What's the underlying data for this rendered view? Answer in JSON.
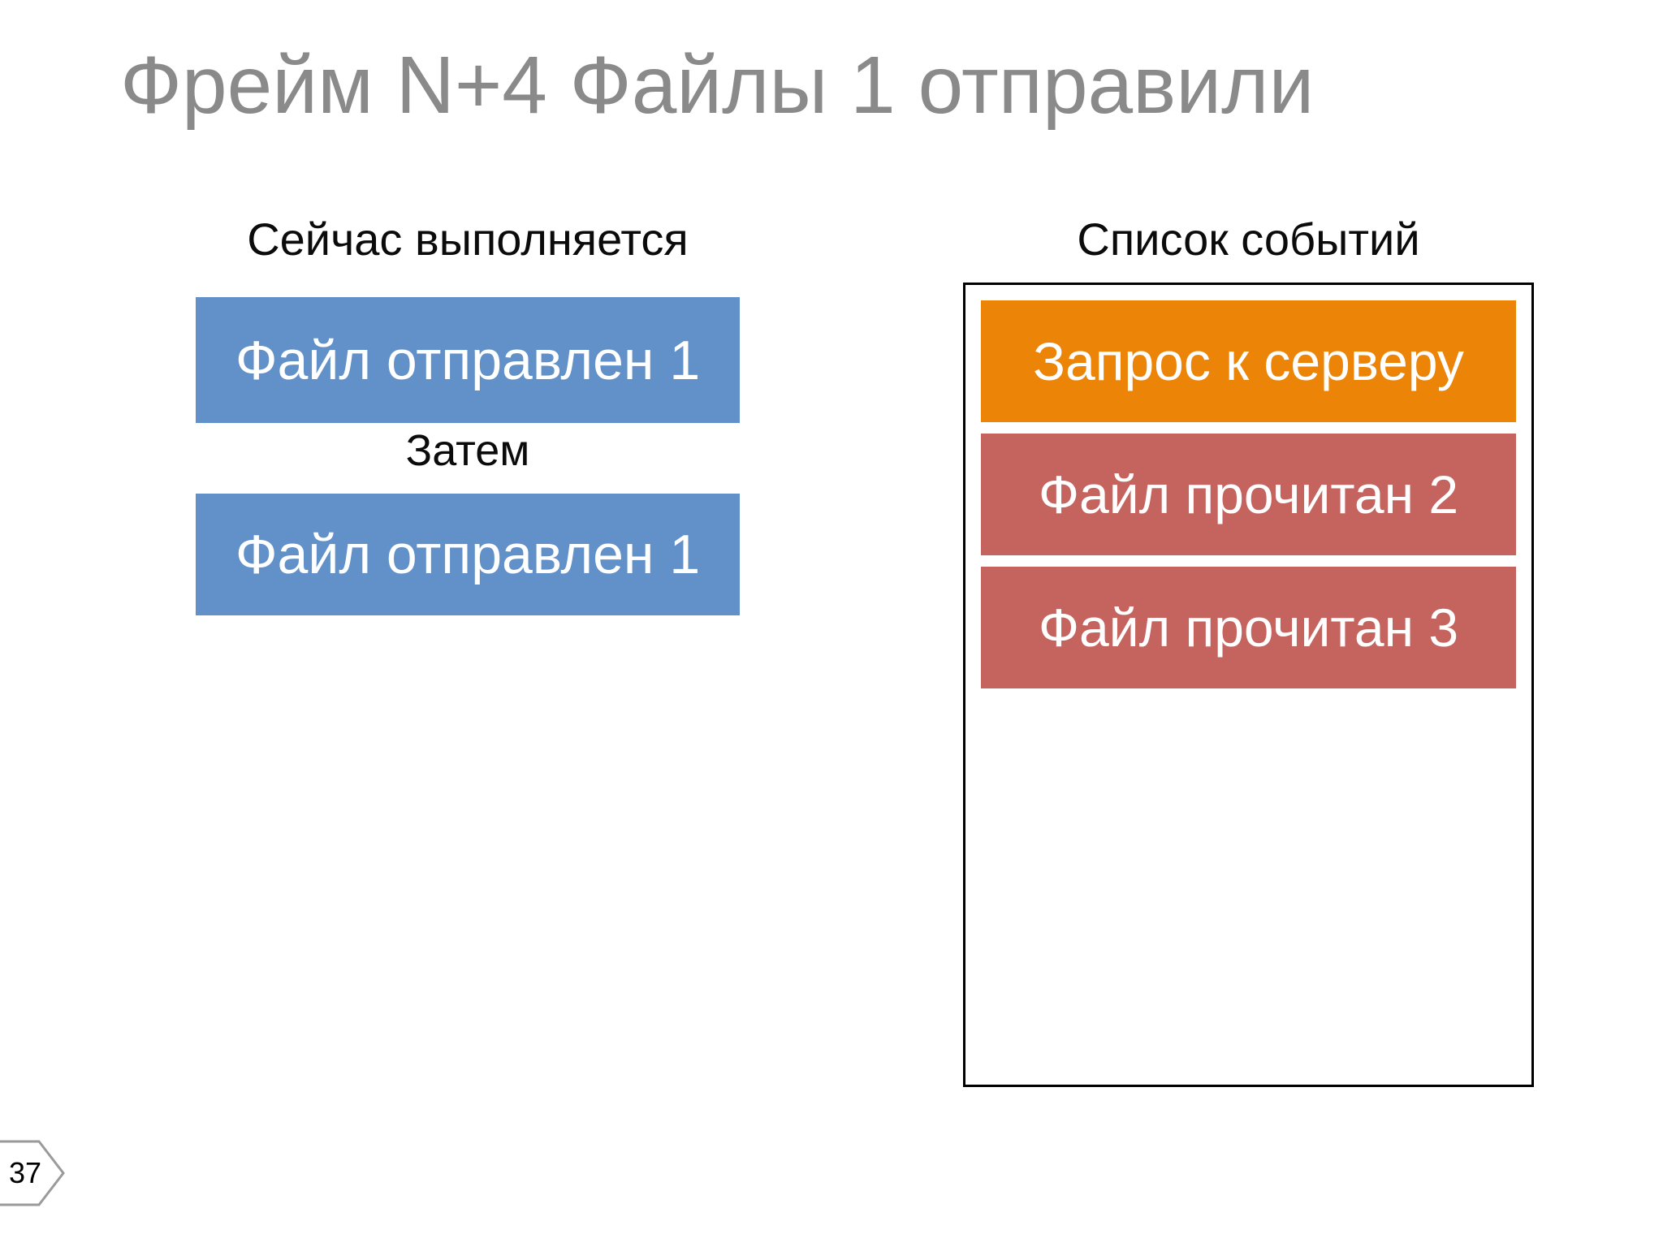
{
  "slide": {
    "title": "Фрейм N+4 Файлы 1 отправили",
    "page_number": "37"
  },
  "now_column": {
    "header": "Сейчас выполняется",
    "current_task": "Файл отправлен 1",
    "then_label": "Затем",
    "next_task": "Файл отправлен 1"
  },
  "events_column": {
    "header": "Список событий",
    "items": [
      {
        "label": "Запрос к серверу",
        "color": "#EC8407"
      },
      {
        "label": "Файл прочитан 2",
        "color": "#C5645F"
      },
      {
        "label": "Файл прочитан 3",
        "color": "#C5645F"
      }
    ]
  },
  "colors": {
    "title_text": "#8A8A8A",
    "header_text": "#0B0B0B",
    "task_box": "#6191C8",
    "box_text": "#FFFFFF",
    "event_request": "#EC8407",
    "event_file_read": "#C5645F",
    "list_border": "#000000",
    "badge_border": "#9A9A9A"
  }
}
